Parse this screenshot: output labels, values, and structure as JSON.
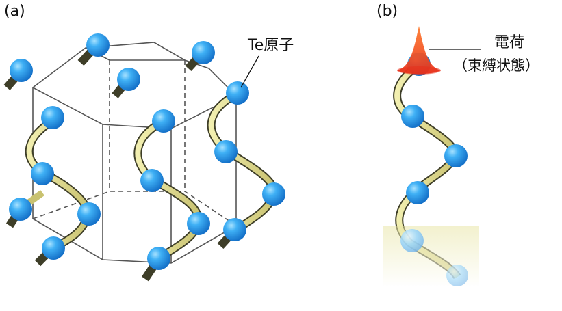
{
  "panel_a": {
    "label": "(a)",
    "annotation": "Te原子"
  },
  "panel_b": {
    "label": "(b)",
    "annotation_line1": "電荷",
    "annotation_line2": "（束縛状態）"
  },
  "colors": {
    "atom": "#2a9cf0",
    "atom_highlight": "#8fd6ff",
    "ribbon_light": "#e9e6a0",
    "ribbon_dark": "#4a4a30",
    "frame_line": "#555555",
    "charge_top": "#ff5a1a",
    "charge_base": "#e8201a"
  }
}
